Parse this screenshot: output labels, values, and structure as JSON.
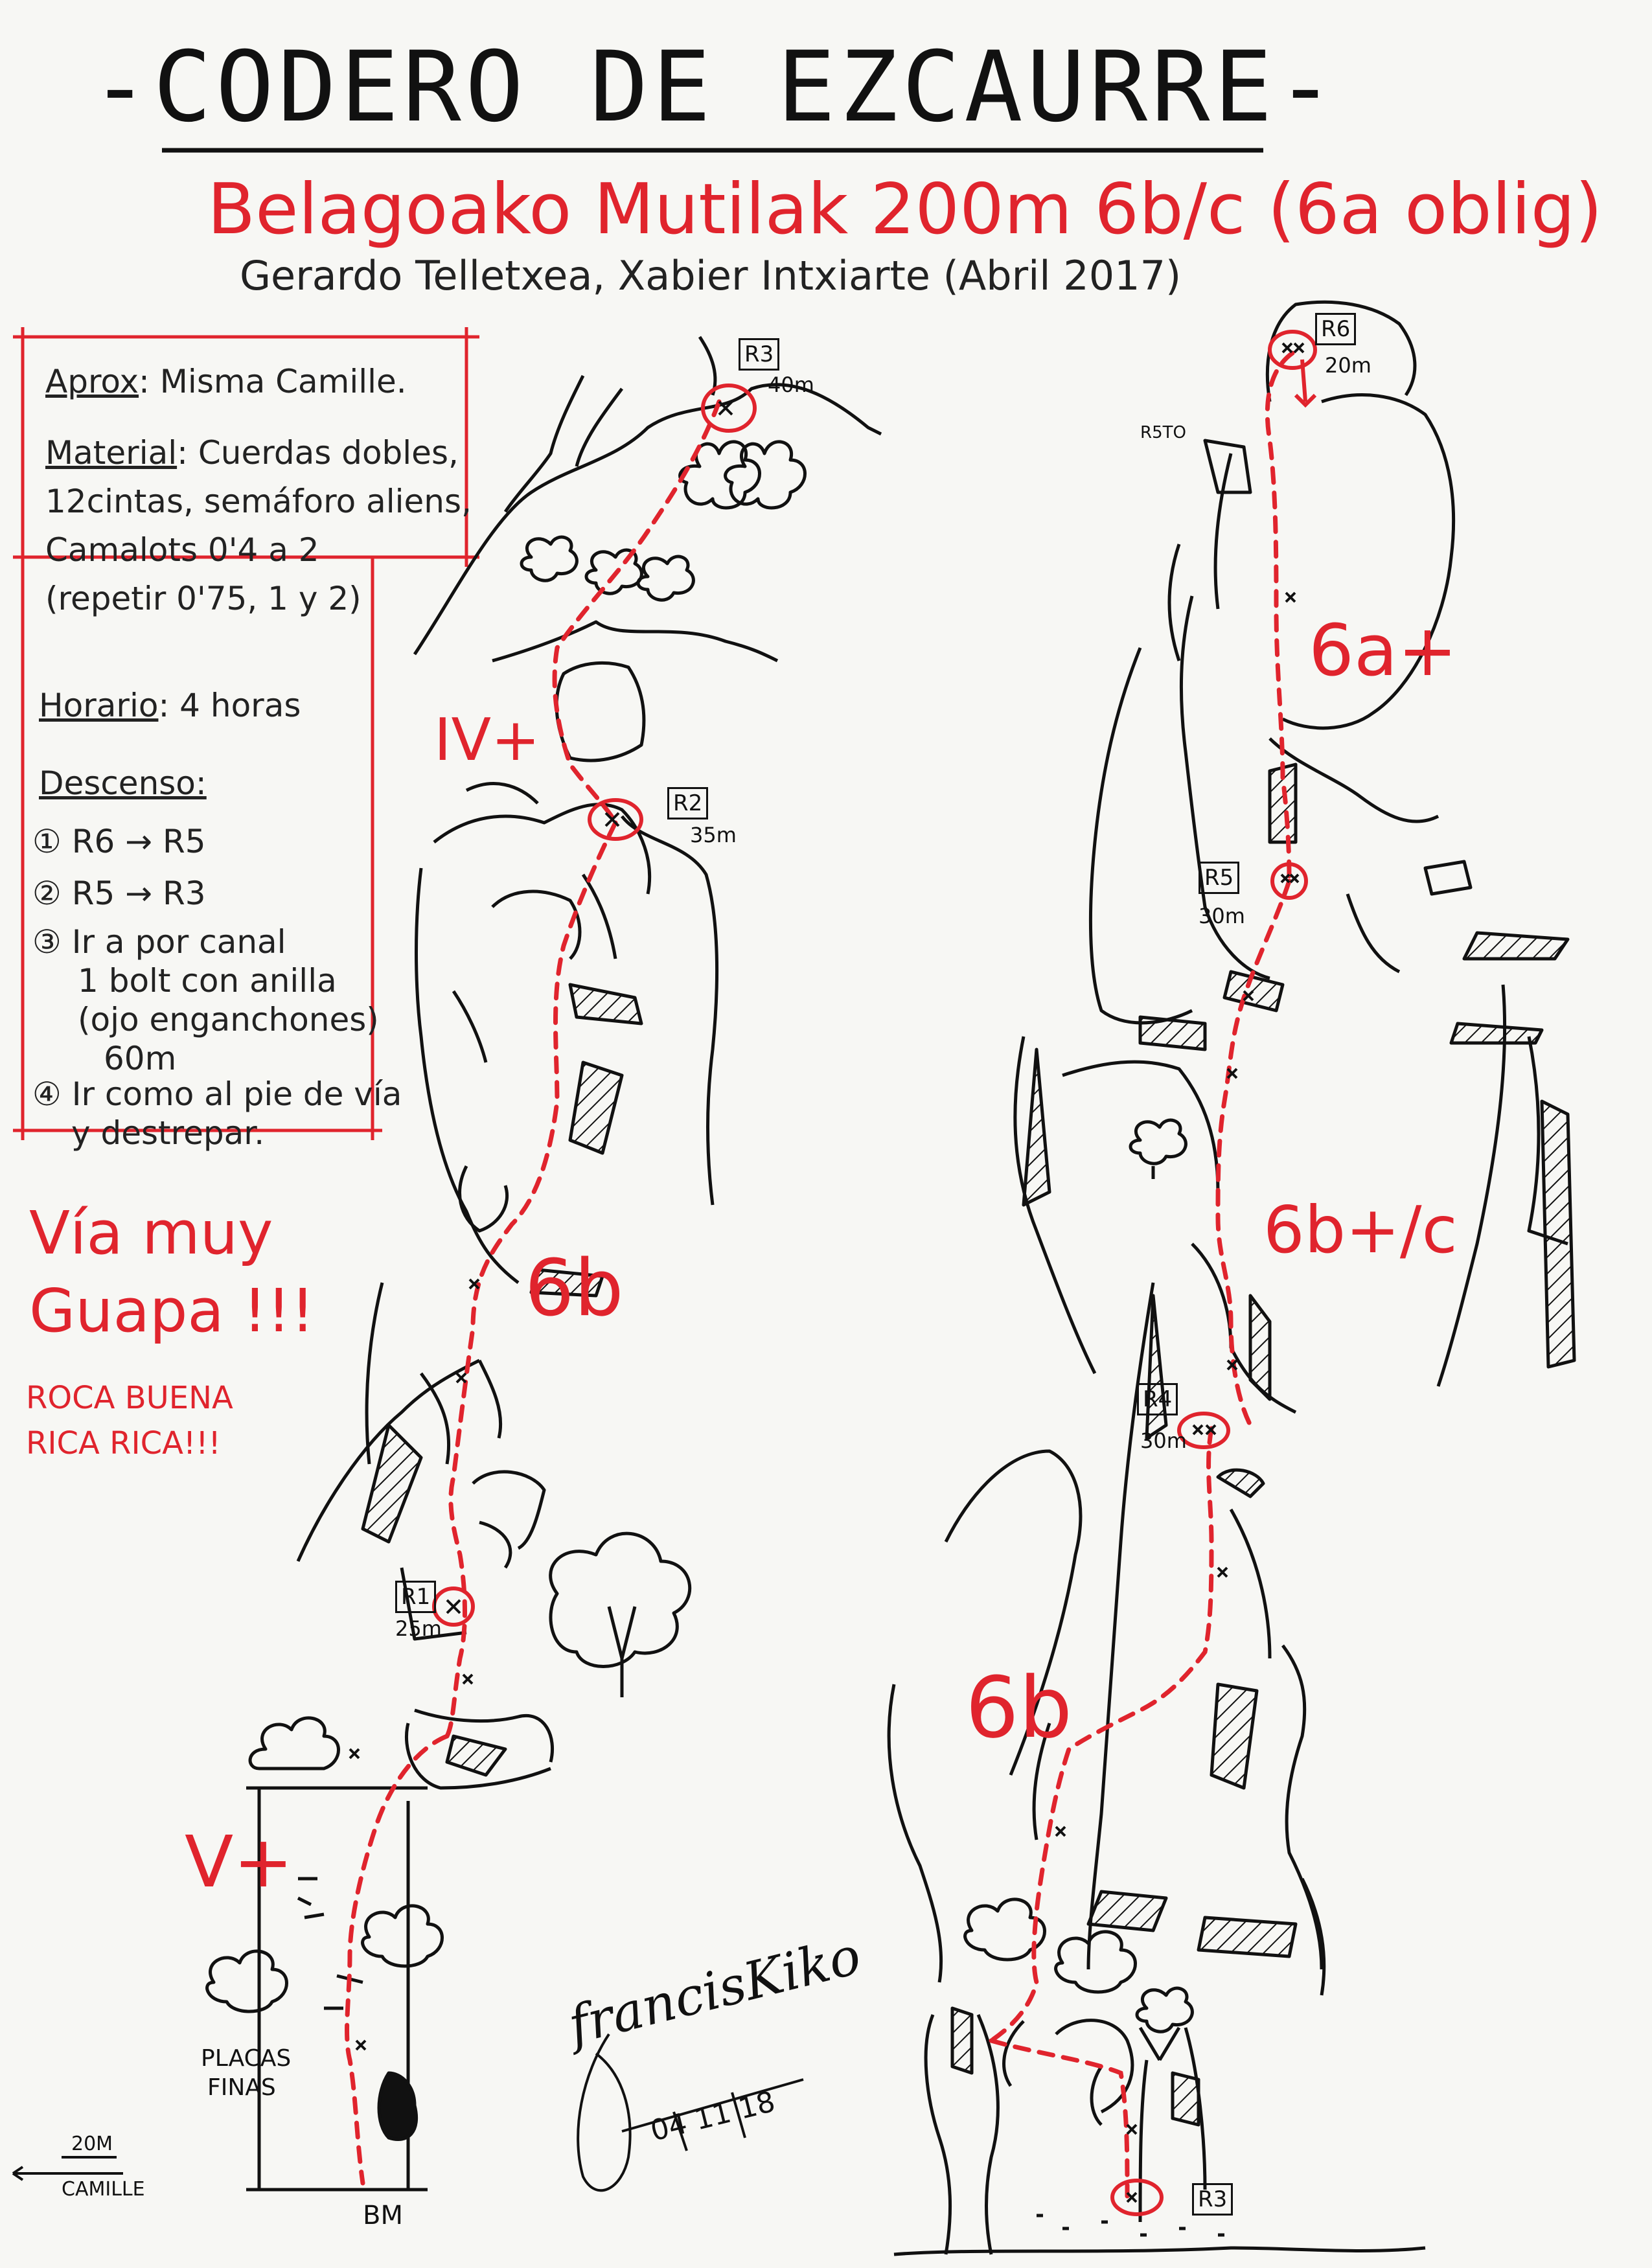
{
  "title": "-CODERO DE EZCAURRE-",
  "subtitle": "Belagoako Mutilak 200m 6b/c (6a oblig)",
  "authors": "Gerardo Telletxea, Xabier Intxiarte (Abril 2017)",
  "info": {
    "aprox_label": "Aprox",
    "aprox_value": ": Misma Camille.",
    "material_label": "Material",
    "material_value_1": ": Cuerdas dobles,",
    "material_value_2": "12cintas, semáforo aliens,",
    "material_value_3": "Camalots 0'4 a 2",
    "material_value_4": "(repetir 0'75, 1 y 2)",
    "horario_label": "Horario",
    "horario_value": ": 4 horas",
    "descenso_label": "Descenso:",
    "descenso_1": "① R6 → R5",
    "descenso_2": "② R5 → R3",
    "descenso_3a": "③ Ir a por canal",
    "descenso_3b": "1 bolt con anilla",
    "descenso_3c": "(ojo enganchones)",
    "descenso_3d": "60m",
    "descenso_4a": "④ Ir como al pie de vía",
    "descenso_4b": "y destrepar."
  },
  "notes": {
    "via_1": "Vía muy",
    "via_2": "Guapa !!!",
    "roca_1": "ROCA BUENA",
    "roca_2": "RICA RICA!!!",
    "placas_1": "PLACAS",
    "placas_2": "FINAS",
    "camille_dist": "20M",
    "camille": "CAMILLE",
    "bm": "BM",
    "r5to": "R5TO"
  },
  "relays": [
    {
      "label": "R1",
      "dist": "25m"
    },
    {
      "label": "R2",
      "dist": "35m"
    },
    {
      "label": "R3",
      "dist": "40m"
    },
    {
      "label": "R4",
      "dist": "30m"
    },
    {
      "label": "R5",
      "dist": "30m"
    },
    {
      "label": "R6",
      "dist": "20m"
    },
    {
      "label": "R3",
      "dist": ""
    }
  ],
  "grades": {
    "g1": "V+",
    "g2": "6b",
    "g3": "IV+",
    "g4": "6b",
    "g5": "6b+/c",
    "g6": "6a+"
  },
  "signature": {
    "name": "francisKiko",
    "date": "04 11 18"
  },
  "colors": {
    "ink": "#111111",
    "red": "#e0242d",
    "paper": "#f7f7f4"
  }
}
